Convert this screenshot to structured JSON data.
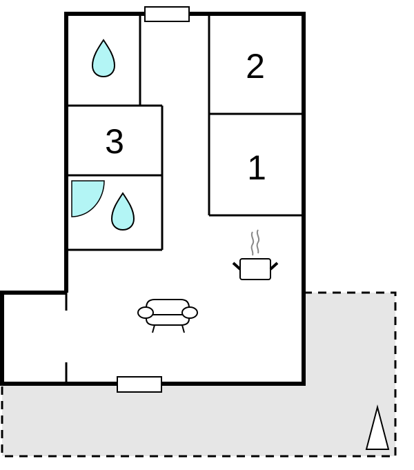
{
  "diagram": {
    "type": "floor-plan",
    "colors": {
      "wall": "#000000",
      "terrace_fill": "#e6e6e6",
      "water_fill": "#b3f5f5",
      "steam": "#888888",
      "background": "#ffffff"
    },
    "rooms": [
      {
        "id": "bedroom-1",
        "label": "1"
      },
      {
        "id": "bedroom-2",
        "label": "2"
      },
      {
        "id": "bedroom-3",
        "label": "3"
      }
    ],
    "icons": [
      {
        "name": "water-drop-icon",
        "room": "bathroom-top"
      },
      {
        "name": "water-drop-icon",
        "room": "bathroom-bottom"
      },
      {
        "name": "shower-icon",
        "room": "bathroom-bottom"
      },
      {
        "name": "cooking-pot-icon",
        "room": "kitchen"
      },
      {
        "name": "sofa-icon",
        "room": "living-room"
      },
      {
        "name": "north-arrow-icon",
        "room": "terrace"
      }
    ],
    "windows": [
      {
        "id": "window-top"
      },
      {
        "id": "window-bottom"
      }
    ],
    "areas": [
      {
        "id": "terrace",
        "style": "dashed"
      }
    ]
  }
}
